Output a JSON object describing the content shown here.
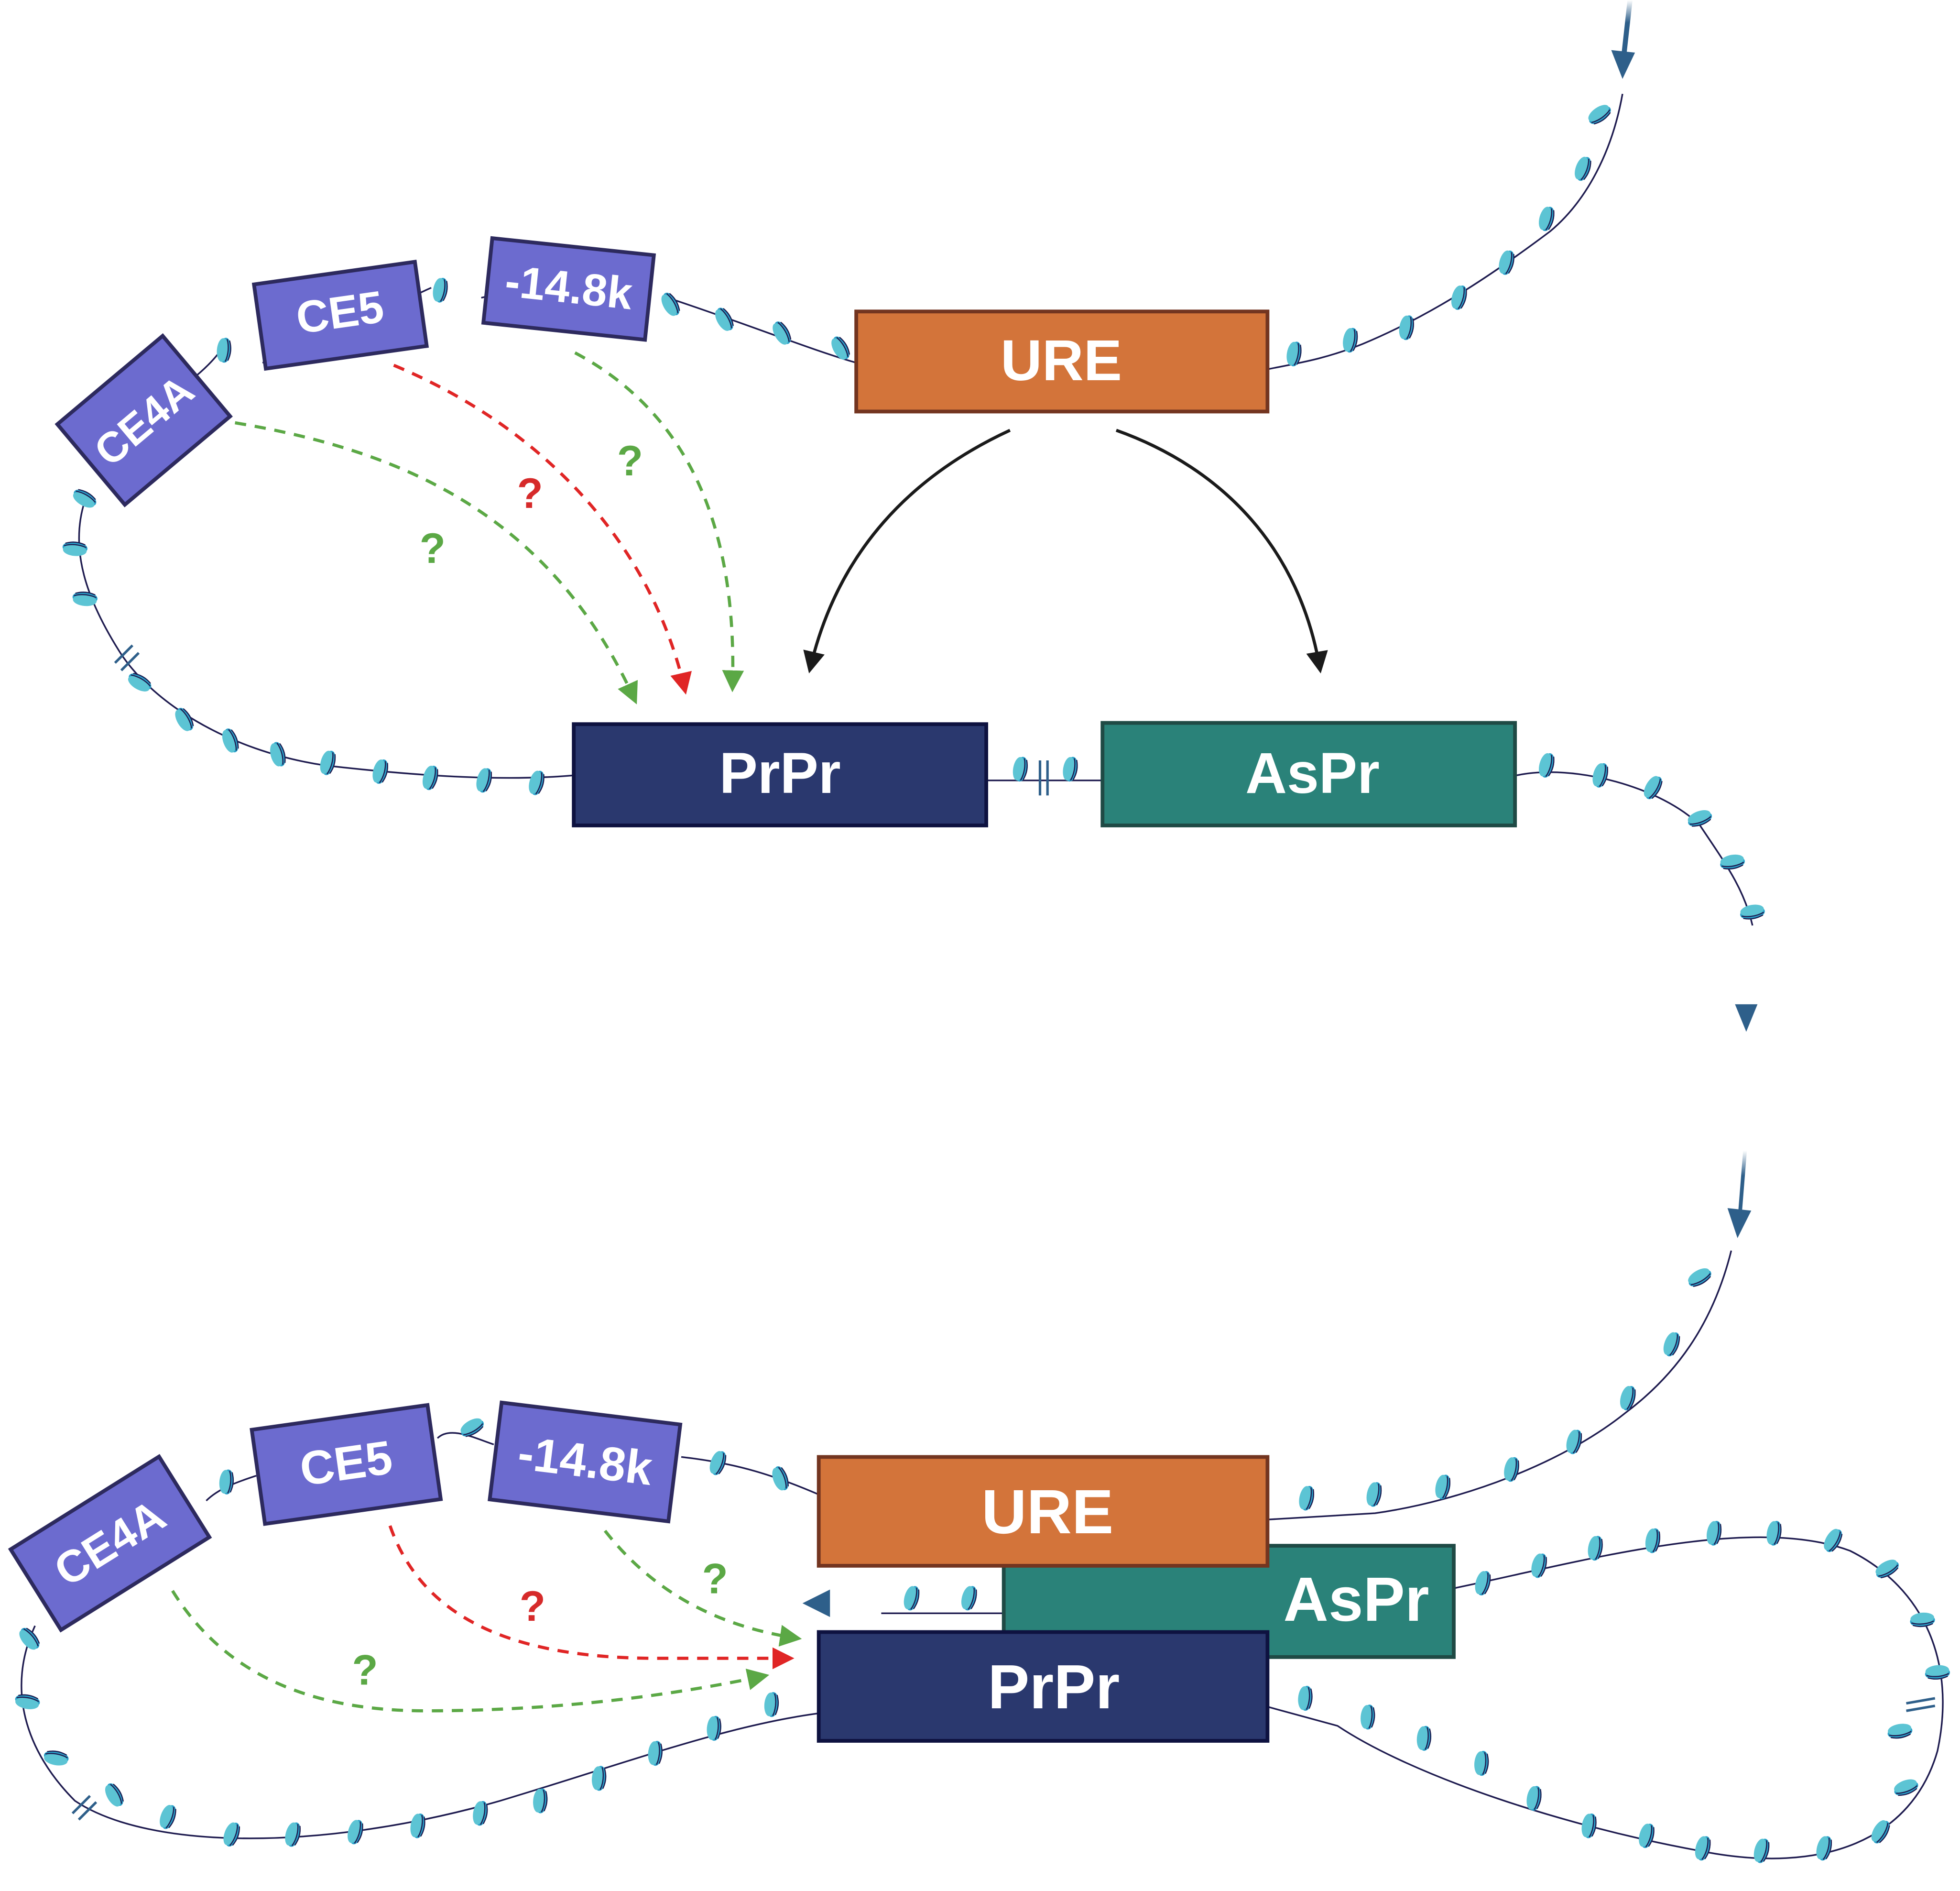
{
  "colors": {
    "enhancer": "#6c6bcf",
    "enhancer_border": "#2d2a5e",
    "ure": "#d3743a",
    "ure_border": "#733520",
    "prpr": "#2a386e",
    "prpr_border": "#0e1240",
    "aspr": "#2a8279",
    "aspr_border": "#1f4a45",
    "green": "#5ba845",
    "red": "#e02525",
    "nucleosome": "#3aaecd",
    "arrow_blue": "#2e5f8a"
  },
  "top": {
    "enhancers": [
      {
        "label": "CE4A"
      },
      {
        "label": "CE5"
      },
      {
        "label": "-14.8k"
      }
    ],
    "ure": "URE",
    "prpr": "PrPr",
    "aspr": "AsPr",
    "questions": [
      {
        "text": "?",
        "color": "green"
      },
      {
        "text": "?",
        "color": "red"
      },
      {
        "text": "?",
        "color": "green"
      }
    ]
  },
  "bottom": {
    "enhancers": [
      {
        "label": "CE4A"
      },
      {
        "label": "CE5"
      },
      {
        "label": "-14.8k"
      }
    ],
    "ure": "URE",
    "prpr": "PrPr",
    "aspr": "AsPr",
    "questions": [
      {
        "text": "?",
        "color": "green"
      },
      {
        "text": "?",
        "color": "red"
      },
      {
        "text": "?",
        "color": "green"
      }
    ]
  }
}
